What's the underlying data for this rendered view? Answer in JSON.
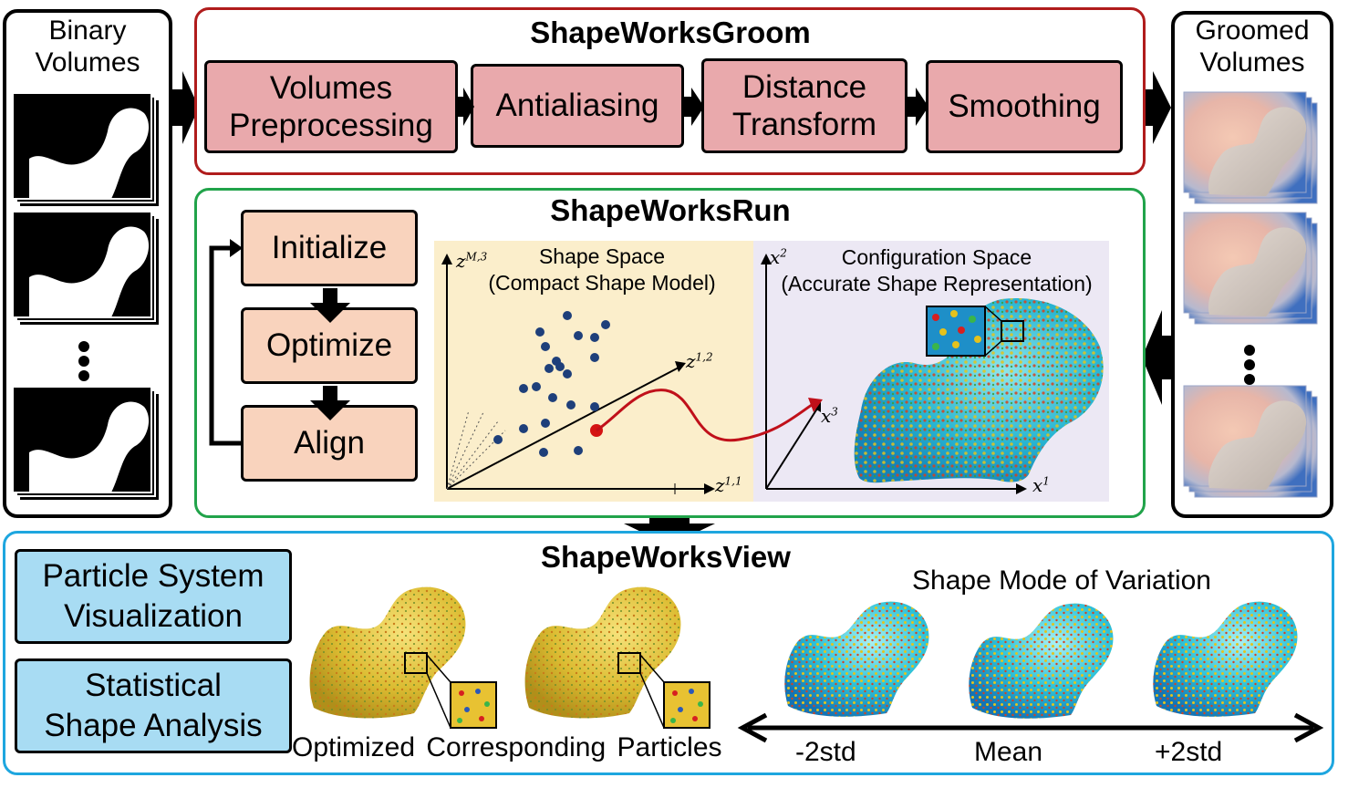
{
  "binary": {
    "title_line1": "Binary",
    "title_line2": "Volumes"
  },
  "groomed": {
    "title_line1": "Groomed",
    "title_line2": "Volumes"
  },
  "groom": {
    "title": "ShapeWorksGroom",
    "steps": [
      {
        "line1": "Volumes",
        "line2": "Preprocessing"
      },
      {
        "line1": "Antialiasing",
        "line2": ""
      },
      {
        "line1": "Distance",
        "line2": "Transform"
      },
      {
        "line1": "Smoothing",
        "line2": ""
      }
    ]
  },
  "run": {
    "title": "ShapeWorksRun",
    "steps": [
      "Initialize",
      "Optimize",
      "Align"
    ],
    "shape_space": {
      "title_line1": "Shape Space",
      "title_line2": "(Compact Shape Model)",
      "axis_y": "z",
      "axis_y_sup": "M,3",
      "axis_diag": "z",
      "axis_diag_sup": "1,2",
      "axis_x": "z",
      "axis_x_sup": "1,1"
    },
    "config_space": {
      "title_line1": "Configuration Space",
      "title_line2": "(Accurate Shape Representation)",
      "axis_y": "x",
      "axis_y_sup": "2",
      "axis_diag": "x",
      "axis_diag_sup": "3",
      "axis_x": "x",
      "axis_x_sup": "1"
    }
  },
  "view": {
    "title": "ShapeWorksView",
    "boxes": [
      {
        "line1": "Particle System",
        "line2": "Visualization"
      },
      {
        "line1": "Statistical",
        "line2": "Shape Analysis"
      }
    ],
    "particles_caption": "Optimized Corresponding Particles",
    "mode_title": "Shape Mode of Variation",
    "mode_labels": [
      "-2std",
      "Mean",
      "+2std"
    ]
  },
  "colors": {
    "groom_border": "#b01c1c",
    "run_border": "#21a34a",
    "view_border": "#1ea6df",
    "groom_step": "#e9a9ac",
    "run_step": "#f9d3bd",
    "view_box": "#a8dcf3",
    "shape_space_bg": "#fbeecb",
    "config_space_bg": "#ece8f4",
    "curve": "#c0101a"
  }
}
